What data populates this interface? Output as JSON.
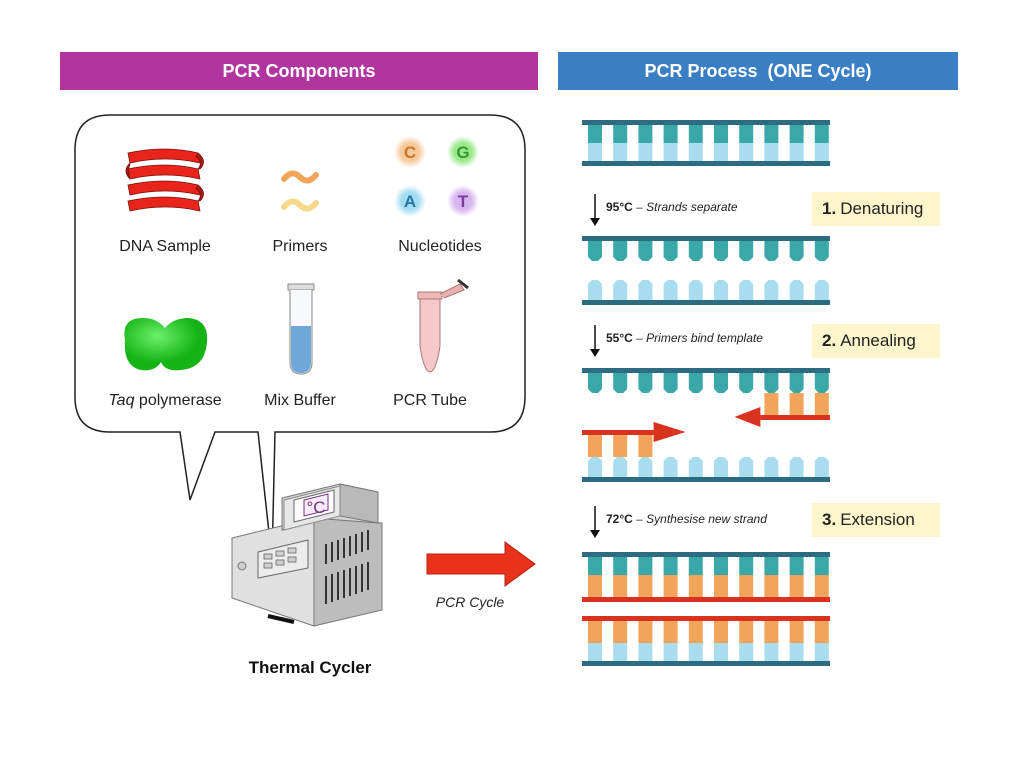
{
  "components_panel": {
    "title": "PCR Components",
    "title_color": "#b0359e",
    "items": [
      {
        "label": "DNA Sample",
        "icon": "dna-helix-icon"
      },
      {
        "label": "Primers",
        "icon": "primers-icon"
      },
      {
        "label": "Nucleotides",
        "icon": "nucleotides-icon",
        "bases": [
          "C",
          "G",
          "A",
          "T"
        ]
      },
      {
        "label_italic": "Taq",
        "label": " polymerase",
        "icon": "enzyme-icon"
      },
      {
        "label": "Mix Buffer",
        "icon": "test-tube-icon"
      },
      {
        "label": "PCR Tube",
        "icon": "pcr-tube-icon"
      }
    ]
  },
  "process_panel": {
    "title": "PCR Process  (ONE Cycle)",
    "title_color": "#3a7ec4",
    "steps": [
      {
        "number": "1.",
        "name": "Denaturing",
        "temp": "95°C",
        "description": "– Strands separate"
      },
      {
        "number": "2.",
        "name": "Annealing",
        "temp": "55°C",
        "description": "– Primers bind template"
      },
      {
        "number": "3.",
        "name": "Extension",
        "temp": "72°C",
        "description": "– Synthesise new strand"
      }
    ]
  },
  "machine": {
    "label": "Thermal Cycler",
    "display": "°C"
  },
  "arrow": {
    "label": "PCR Cycle"
  },
  "colors": {
    "teal": "#3aa8a8",
    "light_blue": "#a8dcef",
    "orange": "#f3a45b",
    "red": "#d9321f",
    "backbone": "#2c6b80",
    "step_bg": "#fdf6cc"
  }
}
